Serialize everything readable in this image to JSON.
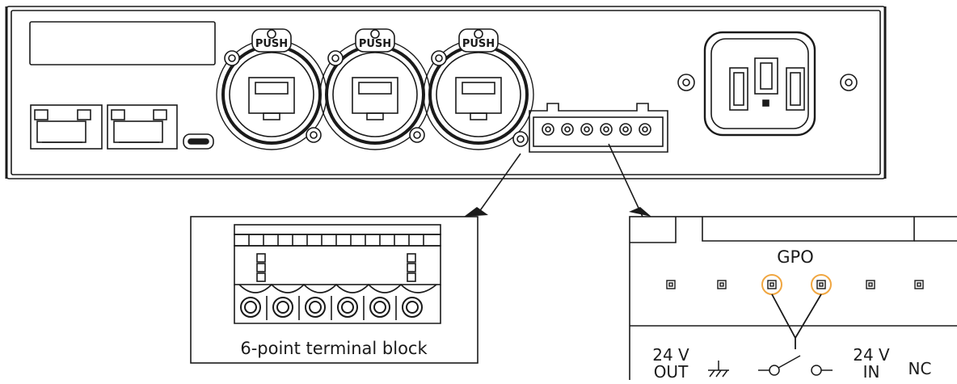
{
  "device": {
    "port_label": "PUSH",
    "port_count": 3
  },
  "callouts": {
    "terminal_block_label": "6-point terminal block",
    "gpo_title": "GPO",
    "pins": [
      {
        "line1": "24 V",
        "line2": "OUT"
      },
      {
        "symbol": "ground-icon"
      },
      {
        "symbol": "switch-icon"
      },
      {
        "line1": "24 V",
        "line2": "IN"
      },
      {
        "line1": "NC"
      }
    ]
  },
  "colors": {
    "line": "#1a1a1a",
    "highlight": "#f0a640",
    "panel": "#ffffff"
  }
}
